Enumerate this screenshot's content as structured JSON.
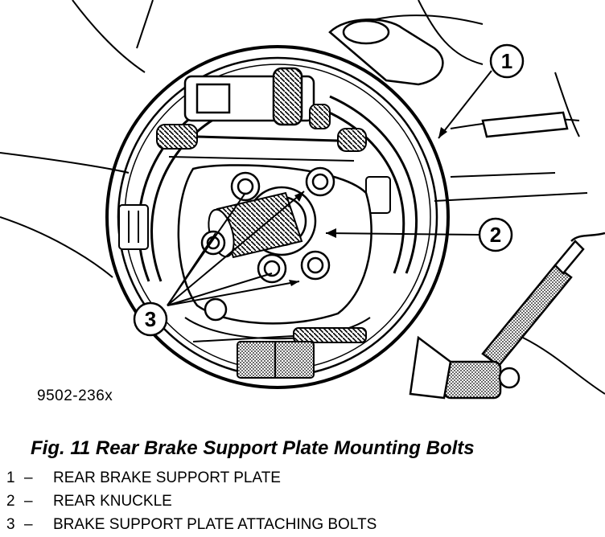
{
  "figure": {
    "reference_code": "9502-236x",
    "callouts": [
      "1",
      "2",
      "3"
    ]
  },
  "caption": "Fig. 11 Rear Brake Support Plate Mounting Bolts",
  "legend": [
    {
      "number": "1",
      "separator": "–",
      "label": "REAR BRAKE SUPPORT PLATE"
    },
    {
      "number": "2",
      "separator": "–",
      "label": "REAR KNUCKLE"
    },
    {
      "number": "3",
      "separator": "–",
      "label": "BRAKE SUPPORT PLATE ATTACHING BOLTS"
    }
  ]
}
